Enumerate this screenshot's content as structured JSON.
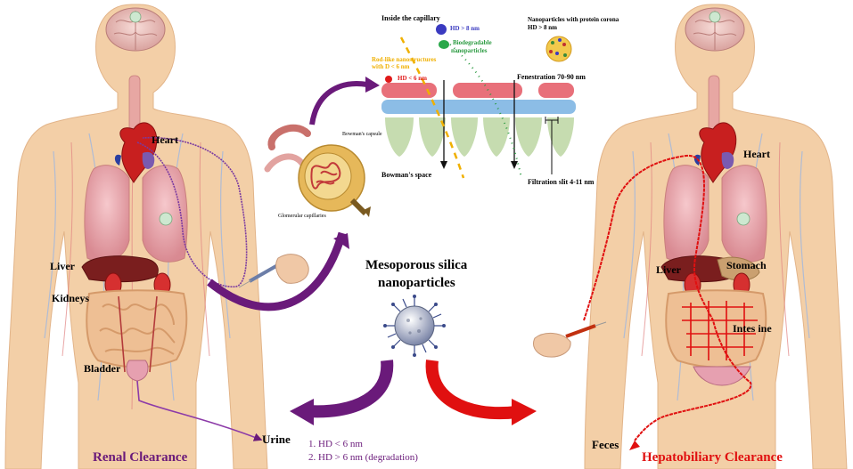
{
  "left_figure": {
    "labels": {
      "heart": "Heart",
      "liver": "Liver",
      "kidneys": "Kidneys",
      "bladder": "Bladder",
      "urine": "Urine"
    },
    "title": "Renal Clearance"
  },
  "right_figure": {
    "labels": {
      "heart": "Heart",
      "liver": "Liver",
      "stomach": "Stomach",
      "intestine": "Intes ine",
      "feces": "Feces"
    },
    "title": "Hepatobiliary Clearance"
  },
  "center": {
    "title_line1": "Mesoporous silica",
    "title_line2": "nanoparticles",
    "conditions": [
      "1. HD < 6 nm",
      "2. HD > 6 nm (degradation)"
    ]
  },
  "nephron_labels": {
    "bowmans_capsule": "Bowman's capsule",
    "glomerular_capillaries": "Glomerular capillaries"
  },
  "capillary_diagram": {
    "inside_label": "Inside the capillary",
    "hd_large": "HD > 8 nm",
    "biodegradable_line1": "Biodegradable",
    "biodegradable_line2": "nanoparticles",
    "rod_line1": "Rod-like nanostructures",
    "rod_line2": "with D < 6 nm",
    "hd_small": "HD < 6 nm",
    "corona_line1": "Nanoparticles with protein corona",
    "corona_line2": "HD > 8 nm",
    "fenestration": "Fenestration 70-90 nm",
    "bowmans_space": "Bowman's space",
    "filtration_slit": "Filtration slit 4-11 nm"
  },
  "colors": {
    "renal": "#6a1a7a",
    "hepato": "#e01010",
    "body": "#f3cfa7",
    "capillary_pink": "#e8707a",
    "capillary_blue": "#8cbde6",
    "podocyte": "#c6dcb0"
  }
}
